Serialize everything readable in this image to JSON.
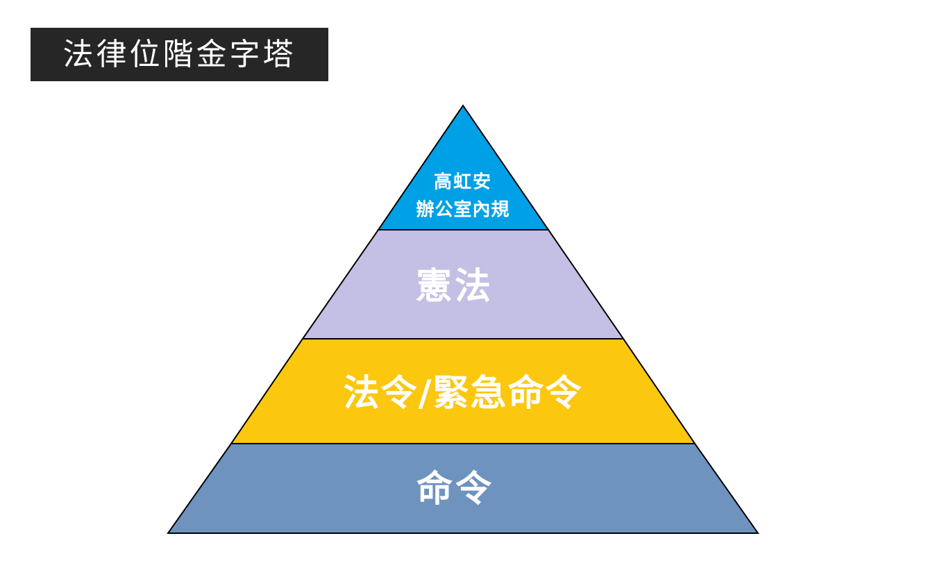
{
  "title": "法律位階金字塔",
  "tiers": [
    {
      "lines": [
        "高虹安",
        "辦公室內規"
      ],
      "color": "#00a0e6"
    },
    {
      "lines": [
        "憲法"
      ],
      "color": "#c4bfe4"
    },
    {
      "lines": [
        "法令/緊急命令"
      ],
      "color": "#fcc70f"
    },
    {
      "lines": [
        "命令"
      ],
      "color": "#6f93bf"
    }
  ],
  "colors": {
    "title_bg": "#262626",
    "title_fg": "#ffffff",
    "outline": "#000000",
    "label": "#ffffff"
  }
}
